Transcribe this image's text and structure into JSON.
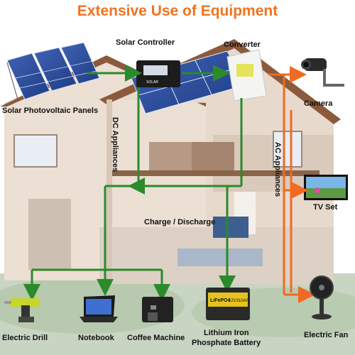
{
  "title": "Extensive Use of Equipment",
  "labels": {
    "solar_controller": "Solar Controller",
    "converter": "Converter",
    "panels": "Solar Photovoltaic Panels",
    "camera": "Camera",
    "dc_appliances": "DC Appliances",
    "ac_appliances": "AC Appliances",
    "tv_set": "TV Set",
    "charge_discharge": "Charge / Discharge",
    "electric_drill": "Electric Drill",
    "notebook": "Notebook",
    "coffee_machine": "Coffee Machine",
    "battery_line1": "Lithium Iron",
    "battery_line2": "Phosphate Battery",
    "electric_fan": "Electric Fan"
  },
  "battery_text": {
    "brand": "LiFePO4",
    "spec": "12V310Ah"
  },
  "controller_text": "SOLAR",
  "colors": {
    "title": "#f0731f",
    "dc_line": "#2b8a2b",
    "ac_line": "#f26a21",
    "label": "#111111"
  }
}
